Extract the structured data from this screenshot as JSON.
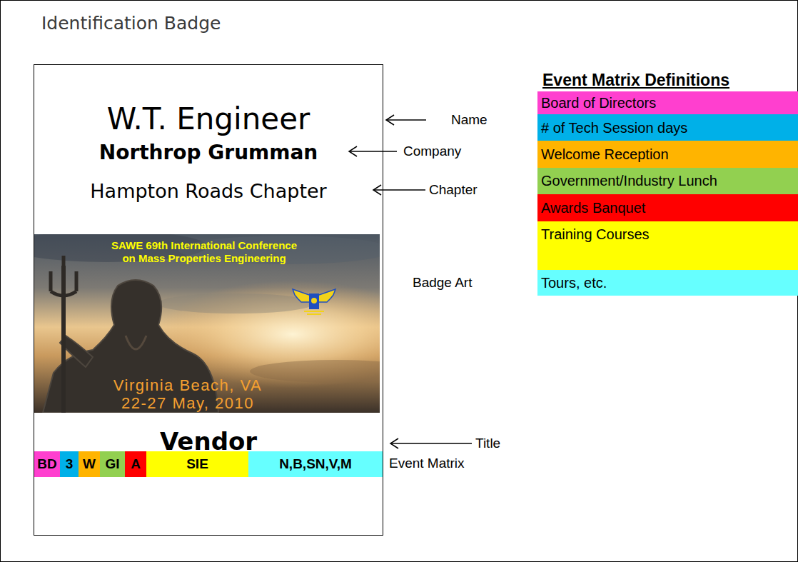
{
  "diagram": {
    "title": "Identification Badge",
    "nodes": [
      {
        "text": [
          "W.T. Engineer",
          "Northrop Grumman",
          "Hampton Roads Chapter",
          "Vendor"
        ]
      },
      {
        "text": [
          "SAWE 69th International Conference on Mass Properties Engineering",
          "Virginia Beach, VA 22-27 May, 2010"
        ],
        "in": 0
      },
      {
        "text": [
          "BD"
        ],
        "in": 0
      },
      {
        "text": [
          "3"
        ],
        "in": 0
      },
      {
        "text": [
          "W"
        ],
        "in": 0
      },
      {
        "text": [
          "GI"
        ],
        "in": 0
      },
      {
        "text": [
          "A"
        ],
        "in": 0
      },
      {
        "text": [
          "SIE"
        ],
        "in": 0
      },
      {
        "text": [
          "N,B,SN,V,M"
        ],
        "in": 0
      }
    ],
    "labels": [
      "Name",
      "Company",
      "Chapter",
      "Badge Art",
      "Title",
      "Event Matrix",
      "Event Matrix Definitions"
    ],
    "legend": [
      {
        "text": "Board of Directors",
        "color": "#ff3fcf"
      },
      {
        "text": "# of Tech Session days",
        "color": "#00b0e8"
      },
      {
        "text": "Welcome Reception",
        "color": "#ffb400"
      },
      {
        "text": "Government/Industry Lunch",
        "color": "#92d050"
      },
      {
        "text": "Awards Banquet",
        "color": "#ff0000"
      },
      {
        "text": "Training Courses",
        "color": "#ffff00"
      },
      {
        "text": "Tours, etc.",
        "color": "#66ffff"
      }
    ]
  }
}
